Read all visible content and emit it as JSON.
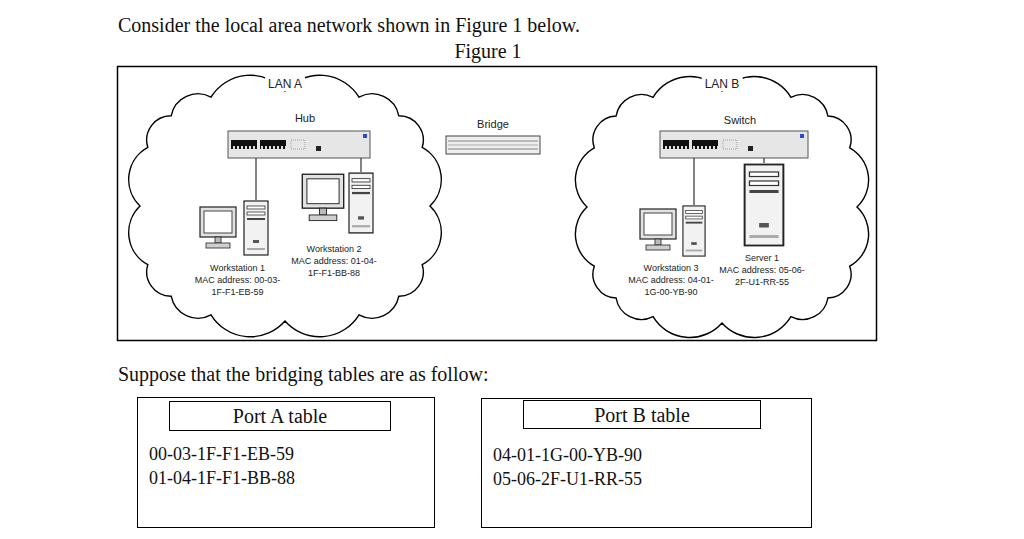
{
  "diagram": {
    "title": "Consider the local area network shown in Figure 1 below.",
    "nodes": [
      {
        "text": [
          "LAN A"
        ]
      },
      {
        "text": [
          "Hub"
        ],
        "in": 0
      },
      {
        "text": [
          "Workstation 1",
          "MAC address: 00-03-1F-F1-EB-59"
        ],
        "in": 0
      },
      {
        "text": [
          "Workstation 2",
          "MAC address: 01-04-1F-F1-BB-88"
        ],
        "in": 0
      },
      {
        "text": [
          "Bridge"
        ]
      },
      {
        "text": [
          "LAN B"
        ]
      },
      {
        "text": [
          "Switch"
        ],
        "in": 5
      },
      {
        "text": [
          "Workstation 3",
          "MAC address: 04-01-1G-00-YB-90"
        ],
        "in": 5
      },
      {
        "text": [
          "Server 1",
          "MAC address: 05-06-2F-U1-RR-55"
        ],
        "in": 5
      },
      {
        "text": [
          "00-03-1F-F1-EB-59",
          "01-04-1F-F1-BB-88"
        ]
      },
      {
        "text": [
          "Port A table"
        ],
        "in": 9
      },
      {
        "text": [
          "04-01-1G-00-YB-90",
          "05-06-2F-U1-RR-55"
        ]
      },
      {
        "text": [
          "Port B table"
        ],
        "in": 11
      }
    ],
    "edges": [
      {
        "from": 1,
        "to": 2,
        "arrow": "none"
      },
      {
        "from": 1,
        "to": 3,
        "arrow": "none"
      },
      {
        "from": 6,
        "to": 7,
        "arrow": "none"
      },
      {
        "from": 6,
        "to": 8,
        "arrow": "none"
      }
    ],
    "labels": [
      "Figure 1",
      "Suppose that the bridging tables are as follow:"
    ]
  }
}
